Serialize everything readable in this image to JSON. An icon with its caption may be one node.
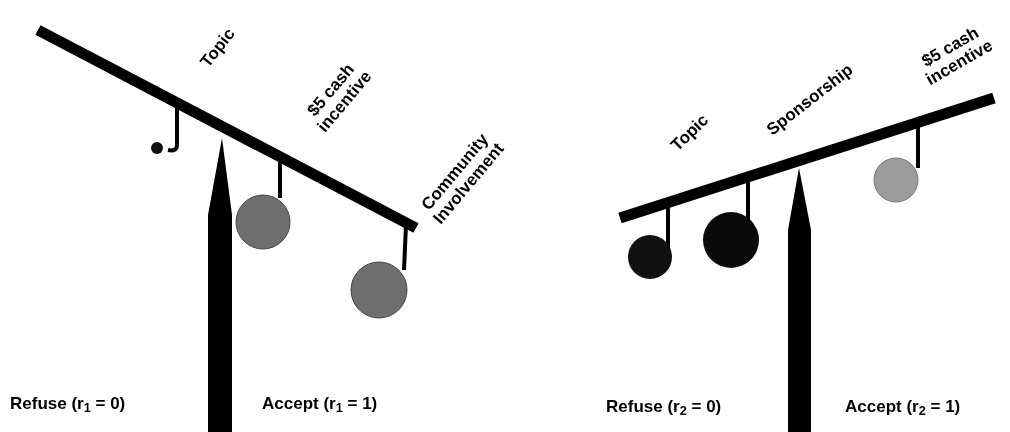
{
  "diagram": {
    "labels": [
      "Topic",
      "$5 cash incentive",
      "Community Involvement",
      "Refuse (r$_{1}$ = 0)",
      "Accept (r$_{1}$ = 1)",
      "Topic",
      "Sponsorship",
      "$5 cash incentive",
      "Refuse (r$_{2}$ = 0)",
      "Accept (r$_{2}$ = 1)"
    ]
  }
}
